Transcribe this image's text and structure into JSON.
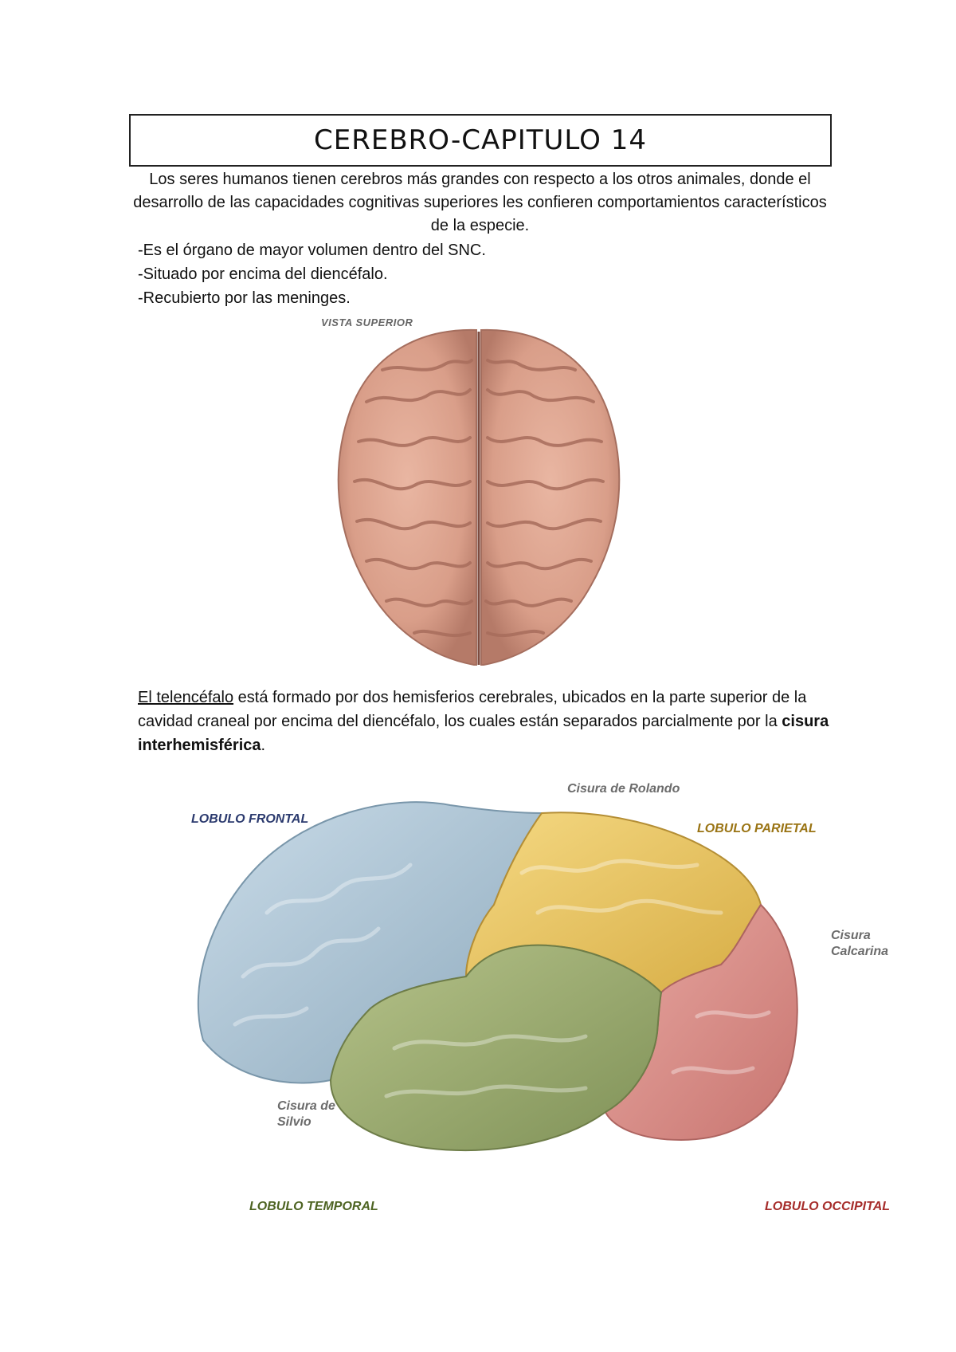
{
  "title": "CEREBRO-CAPITULO 14",
  "intro": "Los seres humanos tienen cerebros más grandes con respecto a los otros animales, donde el desarrollo de las capacidades cognitivas superiores les confieren comportamientos característicos de la especie.",
  "bullets": [
    "-Es el órgano de mayor volumen dentro del SNC.",
    "-Situado por encima del diencéfalo.",
    "-Recubierto por las meninges."
  ],
  "figure1": {
    "label": "VISTA SUPERIOR"
  },
  "paragraph": {
    "term": "El telencéfalo",
    "text_a": " está formado por dos hemisferios cerebrales, ubicados en la parte superior de la cavidad craneal por encima del diencéfalo, los cuales están separados parcialmente por la ",
    "bold": "cisura interhemisférica",
    "text_b": "."
  },
  "figure2": {
    "labels": {
      "frontal": "LOBULO FRONTAL",
      "rolando": "Cisura de Rolando",
      "parietal": "LOBULO PARIETAL",
      "calcarina_1": "Cisura",
      "calcarina_2": "Calcarina",
      "silvio_1": "Cisura de",
      "silvio_2": "Silvio",
      "temporal": "LOBULO TEMPORAL",
      "occipital": "LOBULO OCCIPITAL"
    },
    "colors": {
      "frontal": "#a9c3d6",
      "parietal": "#e9c560",
      "temporal": "#9fae6e",
      "occipital": "#d98c88",
      "frontal_label": "#2b3a6e",
      "parietal_label": "#9a7414",
      "temporal_label": "#4e6423",
      "occipital_label": "#a62d2b",
      "fissure_label": "#6b6b6b"
    }
  }
}
